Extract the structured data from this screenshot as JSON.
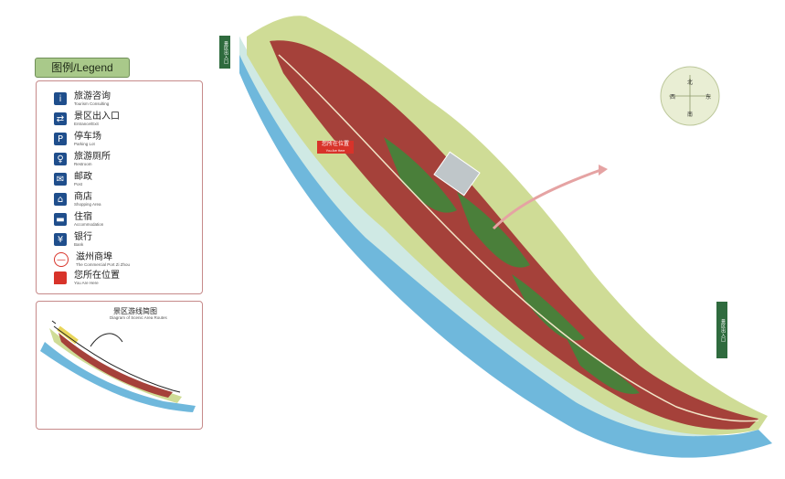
{
  "legend": {
    "title": "图例/Legend",
    "items": [
      {
        "zh": "旅游咨询",
        "en": "Tourism Consulting",
        "icon": "info-icon",
        "glyph": "i"
      },
      {
        "zh": "景区出入口",
        "en": "Entrance/Exit",
        "icon": "entrance-icon",
        "glyph": "⇄"
      },
      {
        "zh": "停车场",
        "en": "Parking Lot",
        "icon": "parking-icon",
        "glyph": "P"
      },
      {
        "zh": "旅游厕所",
        "en": "Restroom",
        "icon": "restroom-icon",
        "glyph": "♀"
      },
      {
        "zh": "邮政",
        "en": "Post",
        "icon": "post-icon",
        "glyph": "✉"
      },
      {
        "zh": "商店",
        "en": "Shopping Area",
        "icon": "shop-icon",
        "glyph": "⌂"
      },
      {
        "zh": "住宿",
        "en": "Accommodation",
        "icon": "hotel-icon",
        "glyph": "▬"
      },
      {
        "zh": "银行",
        "en": "Bank",
        "icon": "bank-icon",
        "glyph": "¥"
      },
      {
        "zh": "滋州商埠",
        "en": "The Commercial Port Zi Zhou",
        "icon": "port-icon",
        "glyph": "—"
      },
      {
        "zh": "您所在位置",
        "en": "You Are Here",
        "icon": "you-are-here-icon",
        "glyph": ""
      }
    ]
  },
  "route": {
    "title": "景区游线简图",
    "subtitle": "Diagram of Scenic Area Routes"
  },
  "map": {
    "you_are_here_zh": "您所在位置",
    "you_are_here_en": "You Are Here",
    "entrance_sign_top": "景区出入口",
    "entrance_sign_bottom": "景区出入口",
    "compass": {
      "north": "北",
      "south": "南",
      "east": "东",
      "west": "西"
    }
  },
  "colors": {
    "river": "#6fb8dc",
    "river_light": "#cfe9e4",
    "land": "#cfdc96",
    "buildings": "#a5413a",
    "greenery": "#4a7f3a",
    "label_red": "#d8332a",
    "sign_green": "#2f6b3e"
  }
}
